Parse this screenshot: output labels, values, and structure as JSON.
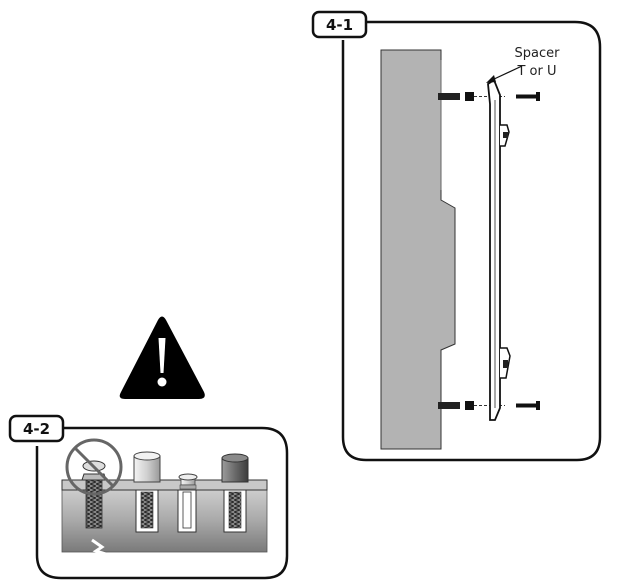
{
  "step1": {
    "label": "4-1",
    "callout_line1": "Spacer",
    "callout_line2": "T or U"
  },
  "step2": {
    "label": "4-2"
  },
  "warning": {
    "icon": "warning-triangle-icon",
    "color": "#000000"
  },
  "colors": {
    "wall": "#b5b5b5",
    "line": "#222222",
    "panel_bg": "#ffffff"
  }
}
